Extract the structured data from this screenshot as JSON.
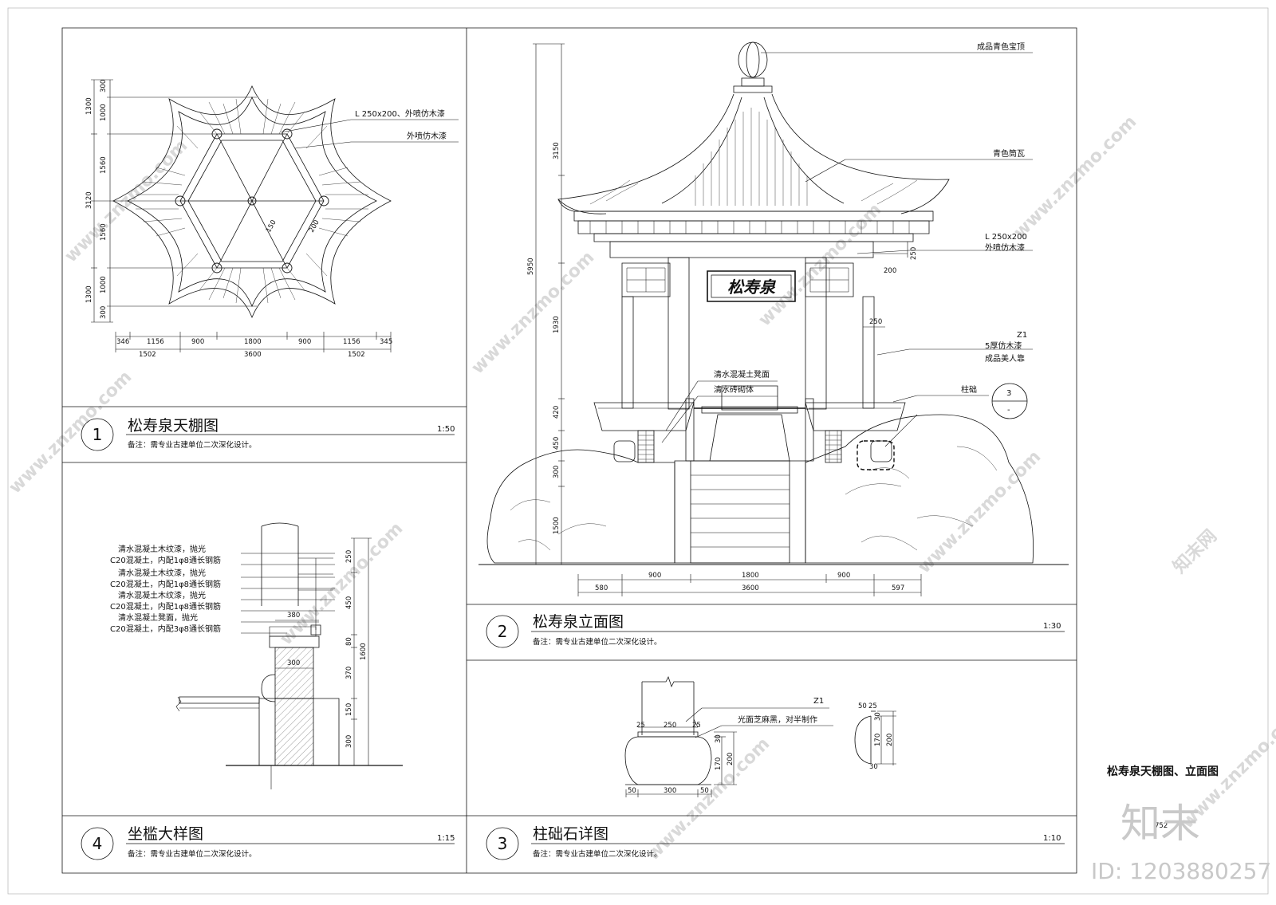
{
  "sheet": {
    "title": "松寿泉天棚图、立面图",
    "page_mark": "752",
    "watermark_text": "www.znzmo.com",
    "watermark_brand": "知末网",
    "brand_logo": "知末",
    "id_label": "ID: 1203880257"
  },
  "panels": {
    "p1": {
      "number": "1",
      "title": "松寿泉天棚图",
      "scale": "1:50",
      "note": "备注：需专业古建单位二次深化设计。"
    },
    "p2": {
      "number": "2",
      "title": "松寿泉立面图",
      "scale": "1:30",
      "note": "备注：需专业古建单位二次深化设计。"
    },
    "p3": {
      "number": "3",
      "title": "柱础石详图",
      "scale": "1:10",
      "note": "备注：需专业古建单位二次深化设计。"
    },
    "p4": {
      "number": "4",
      "title": "坐槛大样图",
      "scale": "1:15",
      "note": "备注：需专业古建单位二次深化设计。"
    }
  },
  "ceiling_plan": {
    "labels": [
      "L 250x200、外喷仿木漆",
      "外喷仿木漆"
    ],
    "inner_dims": [
      "150",
      "200"
    ],
    "left_dims_small": [
      "300",
      "1000",
      "1560",
      "1560",
      "1000",
      "300"
    ],
    "left_dims_large": [
      "1300",
      "3120",
      "1300"
    ],
    "bottom_dims_small": [
      "346",
      "1156",
      "900",
      "1800",
      "900",
      "1156",
      "345"
    ],
    "bottom_dims_large": [
      "1502",
      "3600",
      "1502"
    ]
  },
  "elevation": {
    "plaque_text": "松寿泉",
    "labels": {
      "finial": "成品青色宝顶",
      "tile": "青色筒瓦",
      "beam": "L 250x200",
      "beam_paint": "外喷仿木漆",
      "column_id": "Z1",
      "column_paint": "5厚仿木漆",
      "seat_back": "成品美人靠",
      "bench": "清水混凝土凳面",
      "brick": "清水砖砌体",
      "base": "柱础"
    },
    "callout": {
      "number": "3",
      "sheet": "-"
    },
    "left_dims": [
      "3150",
      "1930",
      "420",
      "450",
      "300",
      "1500"
    ],
    "left_total": "5950",
    "right_dims": [
      "200",
      "250",
      "250"
    ],
    "bottom_dims_small": [
      "580",
      "900",
      "1800",
      "900",
      "597"
    ],
    "bottom_dim_large": "3600"
  },
  "base_detail": {
    "column_id": "Z1",
    "label": "光面芝麻黑，对半制作",
    "dims": [
      "25",
      "250",
      "25",
      "30",
      "170",
      "200",
      "50",
      "300",
      "50"
    ],
    "side_dims": [
      "50",
      "25",
      "30",
      "170",
      "200",
      "30"
    ]
  },
  "seat_detail": {
    "labels": [
      "清水混凝土木纹漆，抛光",
      "C20混凝土，内配1φ8通长钢筋",
      "清水混凝土木纹漆，抛光",
      "C20混凝土，内配1φ8通长钢筋",
      "清水混凝土木纹漆，抛光",
      "C20混凝土，内配1φ8通长钢筋",
      "清水混凝土凳面，抛光",
      "C20混凝土，内配3φ8通长钢筋"
    ],
    "dims": [
      "250",
      "450",
      "80",
      "370",
      "150",
      "300"
    ],
    "total": "1600",
    "widths": [
      "380",
      "300"
    ]
  }
}
